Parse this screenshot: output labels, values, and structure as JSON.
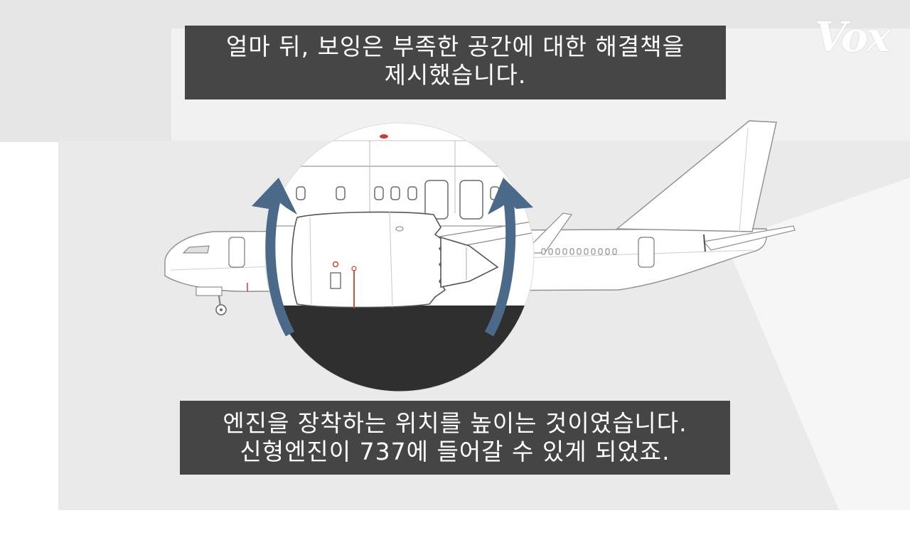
{
  "logo": {
    "text": "Vox"
  },
  "captions": {
    "top": {
      "line1": "얼마 뒤, 보잉은 부족한 공간에 대한 해결책을",
      "line2": "제시했습니다."
    },
    "bottom": {
      "line1": "엔진을 장착하는 위치를 높이는 것이였습니다.",
      "line2": "신형엔진이 737에 들어갈 수 있게 되었죠."
    }
  },
  "colors": {
    "arrow": "#4b6a8a",
    "caption_bg": "#3a3a3a",
    "background": "#e9e9e9",
    "ground": "#2f2f2f",
    "warning_mark": "#d23c2c"
  },
  "icons": {
    "left_arrow": "curved-up-arrow-icon",
    "right_arrow": "curved-up-arrow-icon"
  }
}
